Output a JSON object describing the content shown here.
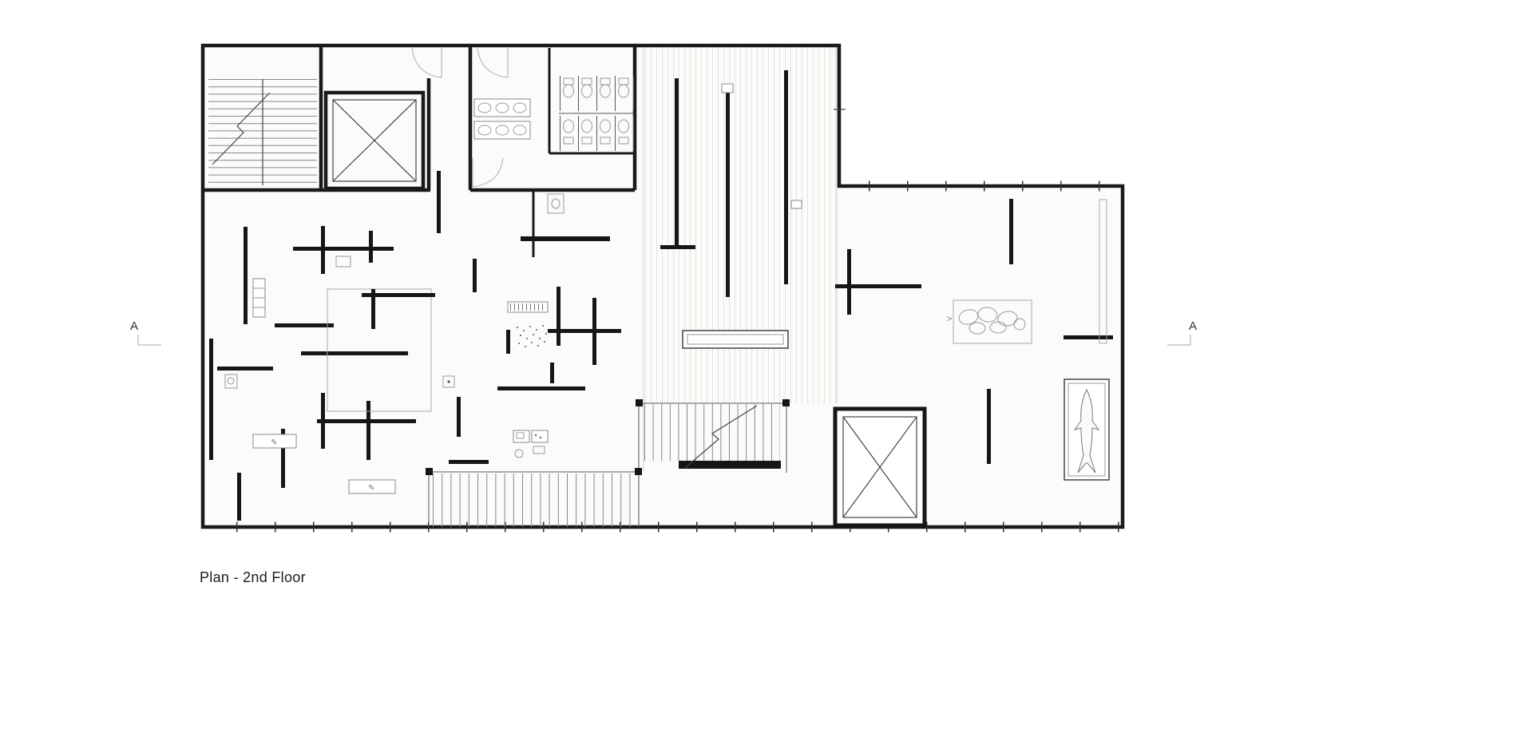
{
  "plan": {
    "title": "Plan - 2nd Floor"
  },
  "section_markers": {
    "left": "A",
    "right": "A"
  },
  "icons": {
    "sketch": "✎"
  },
  "colors": {
    "background": "#ffffff",
    "wall": "#1a1a1a",
    "thin_line": "#555555",
    "light_line": "#aaaaaa",
    "floor": "#fbfbf9",
    "hatch_line": "#e3e3e0"
  }
}
